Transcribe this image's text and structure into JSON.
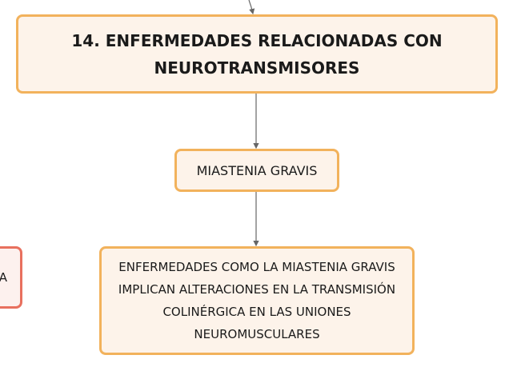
{
  "nodes": {
    "title": "14. ENFERMEDADES RELACIONADAS CON NEUROTRANSMISORES",
    "mid": "MIASTENIA GRAVIS",
    "bottom": "ENFERMEDADES COMO LA MIASTENIA GRAVIS IMPLICAN ALTERACIONES EN LA TRANSMISIÓN COLINÉRGICA EN LAS UNIONES NEUROMUSCULARES",
    "left_partial": "A"
  },
  "colors": {
    "node_fill": "#fdf3ea",
    "node_border": "#f2b25c",
    "side_node_border": "#e8705e",
    "connector": "#666666"
  }
}
